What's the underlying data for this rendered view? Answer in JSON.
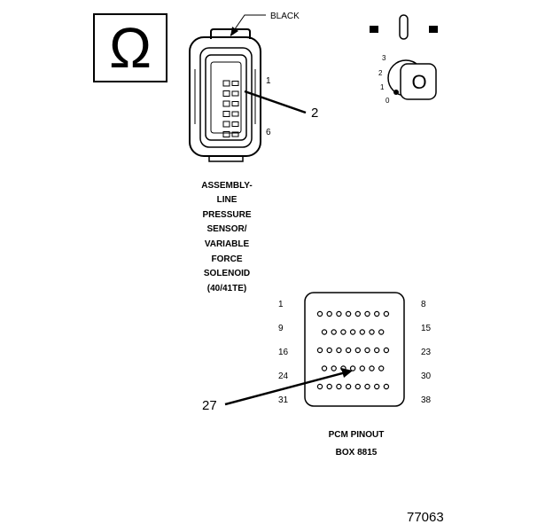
{
  "ohm_symbol": "Ω",
  "connector": {
    "wire_color": "BLACK",
    "pin_first": "1",
    "pin_last": "6",
    "callout": "2",
    "name_lines": [
      "ASSEMBLY-",
      "LINE",
      "PRESSURE",
      "SENSOR/",
      "VARIABLE",
      "FORCE",
      "SOLENOID",
      "(40/41TE)"
    ]
  },
  "ignition": {
    "positions": [
      "3",
      "2",
      "1",
      "0"
    ],
    "key_symbol": "O"
  },
  "pcm": {
    "left_labels": [
      "1",
      "9",
      "16",
      "24",
      "31"
    ],
    "right_labels": [
      "8",
      "15",
      "23",
      "30",
      "38"
    ],
    "row_pin_counts": [
      8,
      7,
      8,
      7,
      8
    ],
    "callout": "27",
    "caption_lines": [
      "PCM PINOUT",
      "BOX 8815"
    ]
  },
  "figure_id": "77063"
}
